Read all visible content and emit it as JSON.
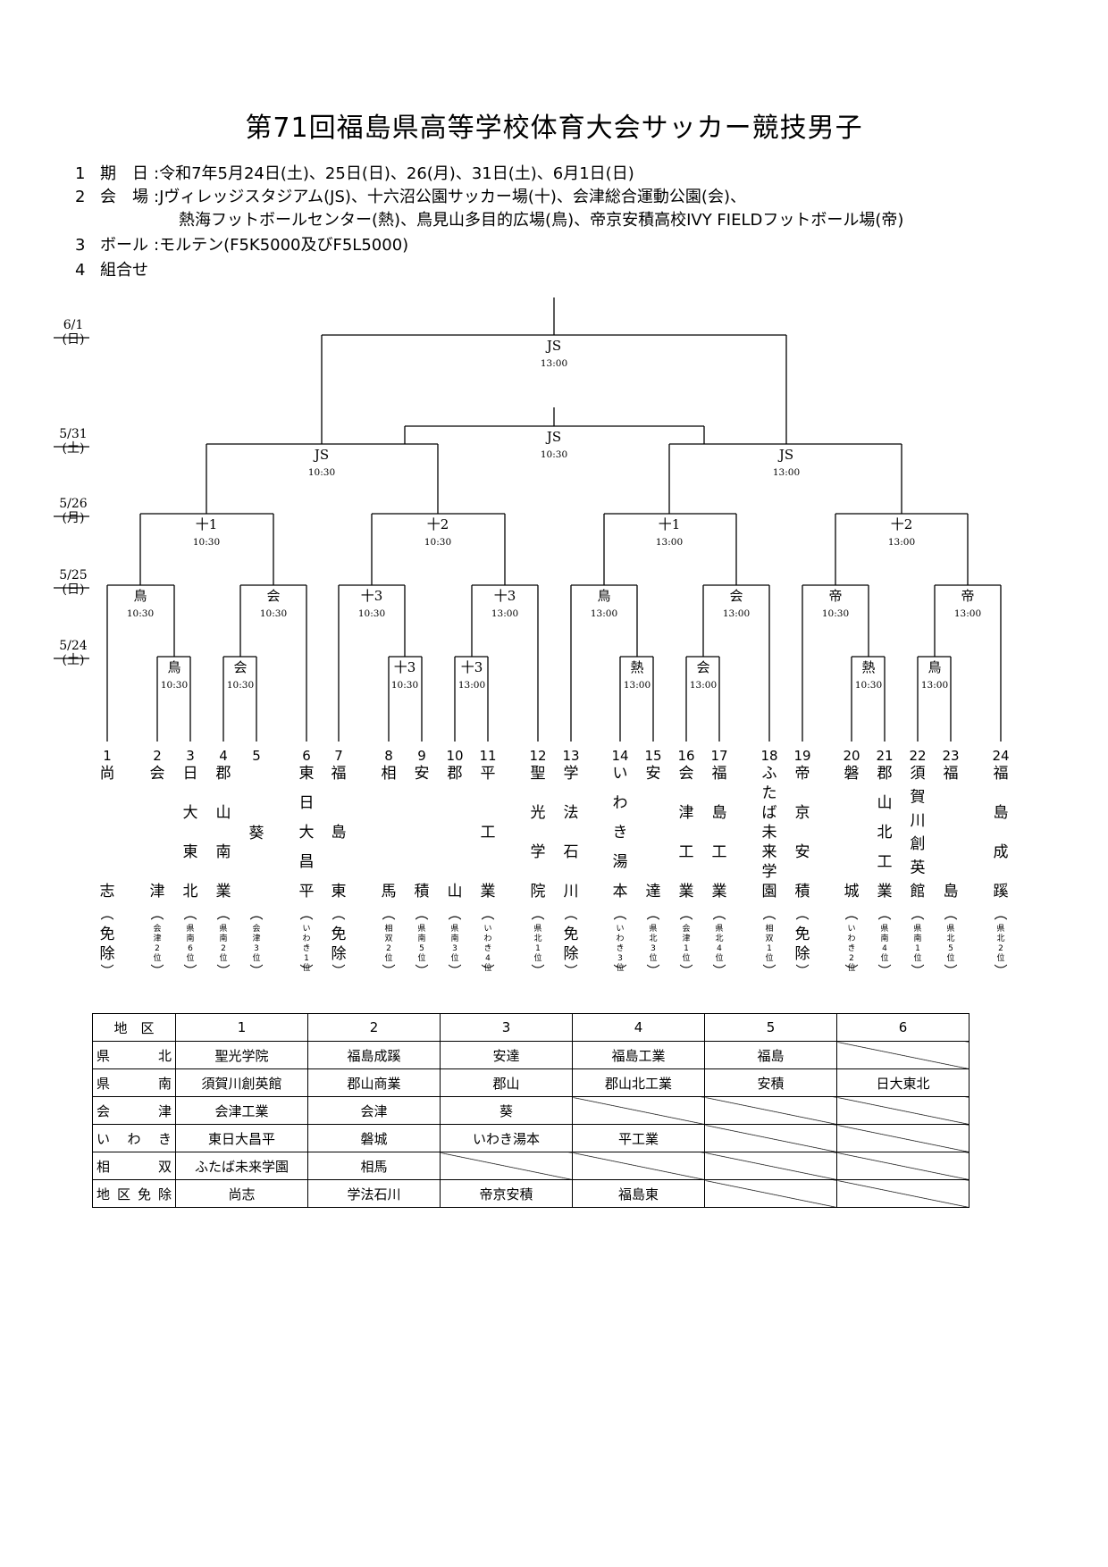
{
  "title": "第71回福島県高等学校体育大会サッカー競技男子",
  "info": [
    {
      "num": "1",
      "key": "期　日",
      "text": ":令和7年5月24日(土)、25日(日)、26(月)、31日(土)、6月1日(日)"
    },
    {
      "num": "2",
      "key": "会　場",
      "text": ":Jヴィレッジスタジアム(JS)、十六沼公園サッカー場(十)、会津総合運動公園(会)、"
    },
    {
      "num": "",
      "key": "",
      "text": "　熱海フットボールセンター(熱)、鳥見山多目的広場(鳥)、帝京安積高校IVY FIELDフットボール場(帝)"
    },
    {
      "num": "3",
      "key": "ボール",
      "text": ":モルテン(F5K5000及びF5L5000)"
    },
    {
      "num": "4",
      "key": "組合せ",
      "text": ""
    }
  ],
  "dates": [
    {
      "date": "6/1",
      "day": "(日)"
    },
    {
      "date": "5/31",
      "day": "(土)"
    },
    {
      "date": "5/26",
      "day": "(月)"
    },
    {
      "date": "5/25",
      "day": "(日)"
    },
    {
      "date": "5/24",
      "day": "(土)"
    }
  ],
  "games": {
    "final": {
      "venue": "JS",
      "time": "13:00"
    },
    "third": {
      "venue": "JS",
      "time": "10:30"
    },
    "sf1": {
      "venue": "JS",
      "time": "10:30"
    },
    "sf2": {
      "venue": "JS",
      "time": "13:00"
    },
    "qf1": {
      "venue": "十1",
      "time": "10:30"
    },
    "qf2": {
      "venue": "十2",
      "time": "10:30"
    },
    "qf3": {
      "venue": "十1",
      "time": "13:00"
    },
    "qf4": {
      "venue": "十2",
      "time": "13:00"
    },
    "r2_1": {
      "venue": "鳥",
      "time": "10:30"
    },
    "r2_2": {
      "venue": "会",
      "time": "10:30"
    },
    "r2_3": {
      "venue": "十3",
      "time": "10:30"
    },
    "r2_4": {
      "venue": "十3",
      "time": "13:00"
    },
    "r2_5": {
      "venue": "鳥",
      "time": "13:00"
    },
    "r2_6": {
      "venue": "会",
      "time": "13:00"
    },
    "r2_7": {
      "venue": "帝",
      "time": "10:30"
    },
    "r2_8": {
      "venue": "帝",
      "time": "13:00"
    },
    "r1_1": {
      "venue": "鳥",
      "time": "10:30"
    },
    "r1_2": {
      "venue": "会",
      "time": "10:30"
    },
    "r1_3": {
      "venue": "十3",
      "time": "10:30"
    },
    "r1_4": {
      "venue": "十3",
      "time": "13:00"
    },
    "r1_5": {
      "venue": "熱",
      "time": "13:00"
    },
    "r1_6": {
      "venue": "会",
      "time": "13:00"
    },
    "r1_7": {
      "venue": "熱",
      "time": "10:30"
    },
    "r1_8": {
      "venue": "鳥",
      "time": "13:00"
    }
  },
  "teams": [
    {
      "num": "1",
      "name": "尚志",
      "note": "免除"
    },
    {
      "num": "2",
      "name": "会津",
      "note": "会津2位"
    },
    {
      "num": "3",
      "name": "日大東北",
      "note": "県南6位"
    },
    {
      "num": "4",
      "name": "郡山南業",
      "note": "県南2位"
    },
    {
      "num": "5",
      "name": "葵",
      "note": "会津3位"
    },
    {
      "num": "6",
      "name": "東日大昌平",
      "note": "いわき1位"
    },
    {
      "num": "7",
      "name": "福島東",
      "note": "免除"
    },
    {
      "num": "8",
      "name": "相馬",
      "note": "相双2位"
    },
    {
      "num": "9",
      "name": "安積",
      "note": "県南5位"
    },
    {
      "num": "10",
      "name": "郡山",
      "note": "県南3位"
    },
    {
      "num": "11",
      "name": "平工業",
      "note": "いわき4位"
    },
    {
      "num": "12",
      "name": "聖光学院",
      "note": "県北1位"
    },
    {
      "num": "13",
      "name": "学法石川",
      "note": "免除"
    },
    {
      "num": "14",
      "name": "いわき湯本",
      "note": "いわき3位"
    },
    {
      "num": "15",
      "name": "安達",
      "note": "県北3位"
    },
    {
      "num": "16",
      "name": "会津工業",
      "note": "会津1位"
    },
    {
      "num": "17",
      "name": "福島工業",
      "note": "県北4位"
    },
    {
      "num": "18",
      "name": "ふたば未来学園",
      "note": "相双1位"
    },
    {
      "num": "19",
      "name": "帝京安積",
      "note": "免除"
    },
    {
      "num": "20",
      "name": "磐城",
      "note": "いわき2位"
    },
    {
      "num": "21",
      "name": "郡山北工業",
      "note": "県南4位"
    },
    {
      "num": "22",
      "name": "須賀川創英館",
      "note": "県南1位"
    },
    {
      "num": "23",
      "name": "福島",
      "note": "県北5位"
    },
    {
      "num": "24",
      "name": "福島成蹊",
      "note": "県北2位"
    }
  ],
  "district_table": {
    "header": [
      "地　区",
      "1",
      "2",
      "3",
      "4",
      "5",
      "6"
    ],
    "rows": [
      {
        "district": [
          "県",
          "北"
        ],
        "cells": [
          "聖光学院",
          "福島成蹊",
          "安達",
          "福島工業",
          "福島",
          ""
        ]
      },
      {
        "district": [
          "県",
          "南"
        ],
        "cells": [
          "須賀川創英館",
          "郡山商業",
          "郡山",
          "郡山北工業",
          "安積",
          "日大東北"
        ]
      },
      {
        "district": [
          "会",
          "津"
        ],
        "cells": [
          "会津工業",
          "会津",
          "葵",
          "",
          "",
          ""
        ]
      },
      {
        "district": [
          "い",
          "わ",
          "き"
        ],
        "cells": [
          "東日大昌平",
          "磐城",
          "いわき湯本",
          "平工業",
          "",
          ""
        ]
      },
      {
        "district": [
          "相",
          "双"
        ],
        "cells": [
          "ふたば未来学園",
          "相馬",
          "",
          "",
          "",
          ""
        ]
      },
      {
        "district": [
          "地",
          "区",
          "免",
          "除"
        ],
        "cells": [
          "尚志",
          "学法石川",
          "帝京安積",
          "福島東",
          "",
          ""
        ]
      }
    ]
  }
}
